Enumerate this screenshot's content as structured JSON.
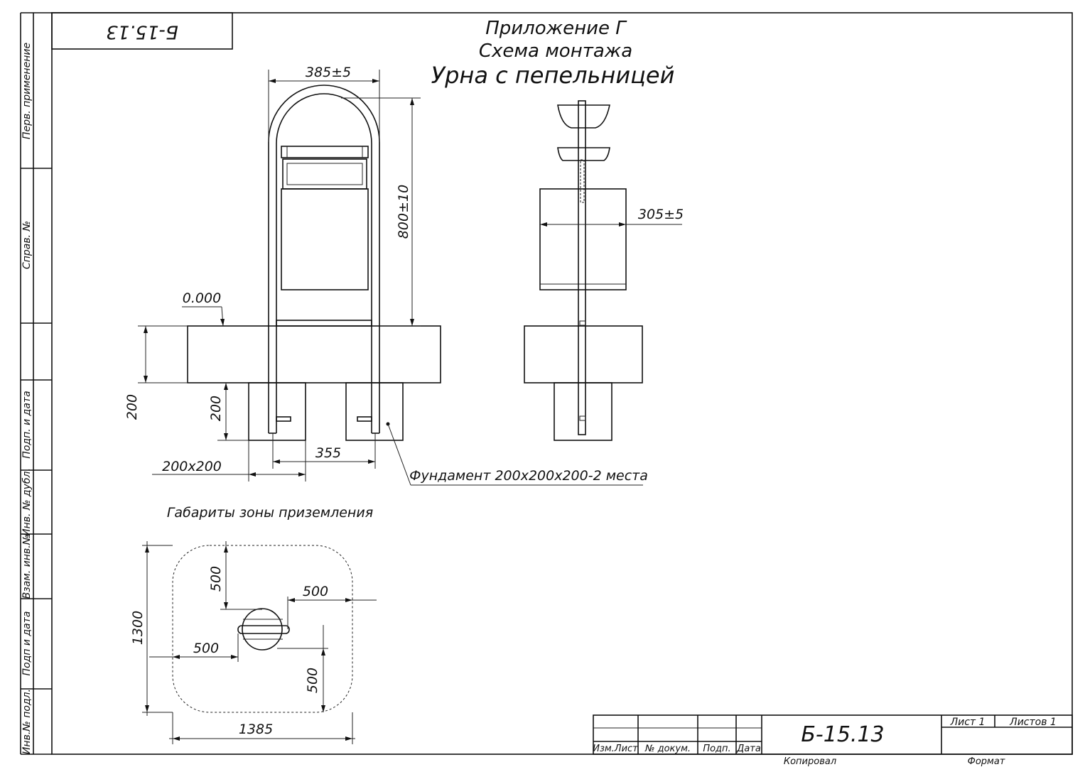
{
  "stamp": {
    "code_rotated": "Б-15.13"
  },
  "header": {
    "appendix": "Приложение Г",
    "subtitle": "Схема монтажа",
    "title": "Урна с пепельницей"
  },
  "left_strip": {
    "perv_primenenie": "Перв. применение",
    "sprav_no": "Справ. №",
    "podp_data_1": "Подп. и дата",
    "inv_dubl": "Инв. № дубл.",
    "vzam_inv": "Взам. инв.№",
    "podp_data_2": "Подп и дата",
    "inv_podl": "Инв.№ подл."
  },
  "front_view": {
    "width_dim": "385±5",
    "height_dim": "800±10",
    "level": "0.000",
    "slab_dim": "200",
    "footing_dim": "200",
    "spacing_dim": "355",
    "footing_size": "200х200",
    "foundation_note": "Фундамент 200х200х200-2 места"
  },
  "side_view": {
    "depth_dim": "305±5"
  },
  "zone": {
    "label": "Габариты зоны приземления",
    "dim_top": "500",
    "dim_right": "500",
    "dim_left": "500",
    "dim_bottom": "500",
    "height": "1300",
    "width": "1385"
  },
  "title_block": {
    "doc_code": "Б-15.13",
    "izm_list": "Изм.Лист",
    "doc_no": "№ докум.",
    "podp": "Подп.",
    "data": "Дата",
    "list": "Лист 1",
    "listov": "Листов 1",
    "kopiroval": "Копировал",
    "format": "Формат"
  }
}
